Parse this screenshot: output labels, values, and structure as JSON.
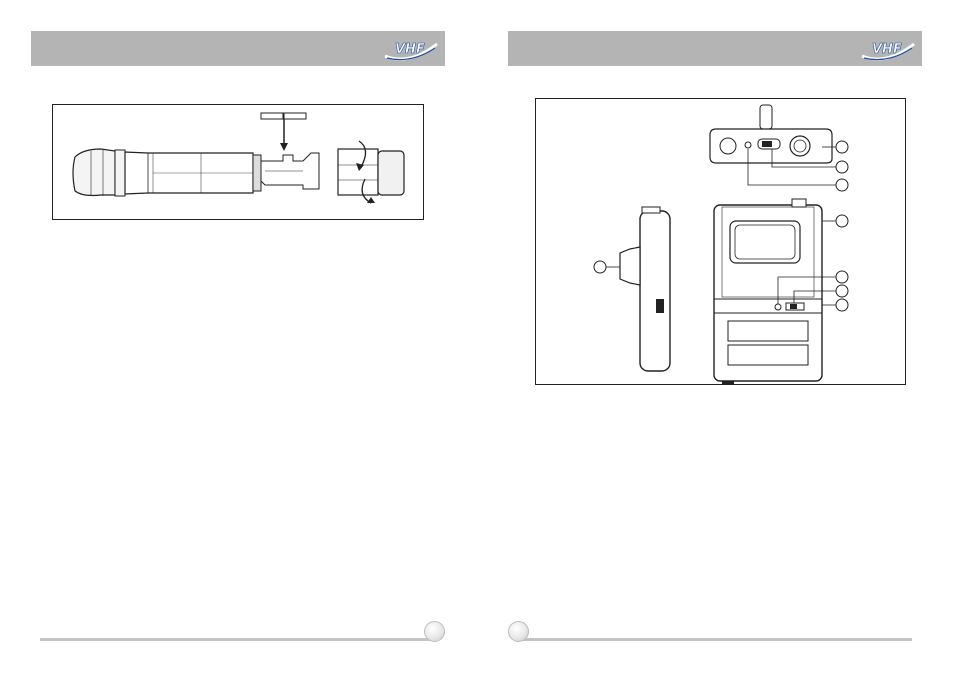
{
  "left_page": {
    "header": {
      "logo": {
        "text": "VHF",
        "icon": "vhf-swoosh-logo"
      }
    },
    "figure": {
      "title": "",
      "icon": "handheld-microphone-battery-diagram"
    }
  },
  "right_page": {
    "header": {
      "logo": {
        "text": "VHF",
        "icon": "vhf-swoosh-logo"
      }
    },
    "figure": {
      "title": "",
      "icon": "bodypack-transmitter-diagram",
      "callout_count": 8
    }
  },
  "colors": {
    "header_bar": "#b4b4b4",
    "footer_line": "#c4c4c4",
    "logo_blue": "#1f4fa3"
  }
}
